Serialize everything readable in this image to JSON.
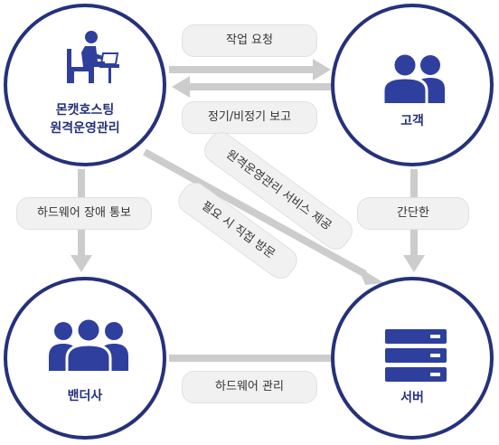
{
  "colors": {
    "navy": "#25317a",
    "icon": "#2e3f9e",
    "arrow": "#cccccc",
    "pill": "#f1f1f1"
  },
  "nodes": {
    "monkey": {
      "line1": "몬캣호스팅",
      "line2": "원격운영관리",
      "icon": "person-at-desk-icon"
    },
    "customer": {
      "label": "고객",
      "icon": "user-group-icon"
    },
    "vendor": {
      "label": "밴더사",
      "icon": "user-group-icon"
    },
    "server": {
      "label": "서버",
      "icon": "server-icon"
    }
  },
  "edges": {
    "work_request": "작업 요청",
    "report": "정기/비정기 보고",
    "hw_failure": "하드웨어 장애 통보",
    "remote_service": "원격운영관리 서비스 제공",
    "visit": "필요 시 직접 방문",
    "simple": "간단한",
    "hw_management": "하드웨어 관리"
  }
}
